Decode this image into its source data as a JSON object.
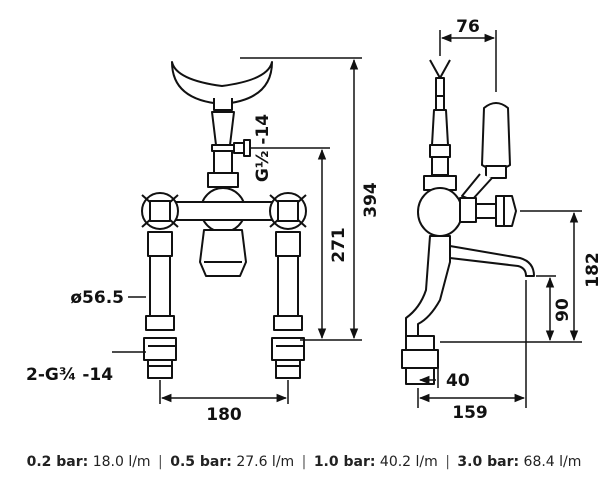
{
  "dimensions": {
    "top_width": "76",
    "connection_label": "G½ -14",
    "height_394": "394",
    "height_271": "271",
    "diameter": "ø56.5",
    "inlet_label": "2-G¾ -14",
    "centers": "180",
    "spout_height": "182",
    "spout_base": "90",
    "offset": "40",
    "projection": "159"
  },
  "flow_rates": [
    {
      "pressure": "0.2 bar:",
      "rate": "18.0 l/m"
    },
    {
      "pressure": "0.5 bar:",
      "rate": "27.6 l/m"
    },
    {
      "pressure": "1.0 bar:",
      "rate": "40.2 l/m"
    },
    {
      "pressure": "3.0 bar:",
      "rate": "68.4 l/m"
    }
  ],
  "separator": "|"
}
